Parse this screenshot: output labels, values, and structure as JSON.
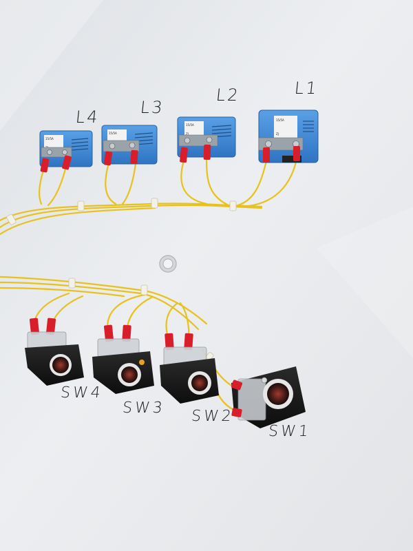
{
  "scene": {
    "description_colors": {
      "panel": "#e9ebee",
      "sensor_blue": "#3d86d4",
      "wire_yellow": "#e8c21a",
      "terminal_red": "#d81e2a",
      "switch_black": "#161616"
    }
  },
  "labels": {
    "sensors": [
      "L4",
      "L3",
      "L2",
      "L1"
    ],
    "switches": [
      "SW4",
      "SW3",
      "SW2",
      "SW1"
    ]
  },
  "sensor_label_text": {
    "model": "15/5A",
    "tag": "ZJ"
  }
}
